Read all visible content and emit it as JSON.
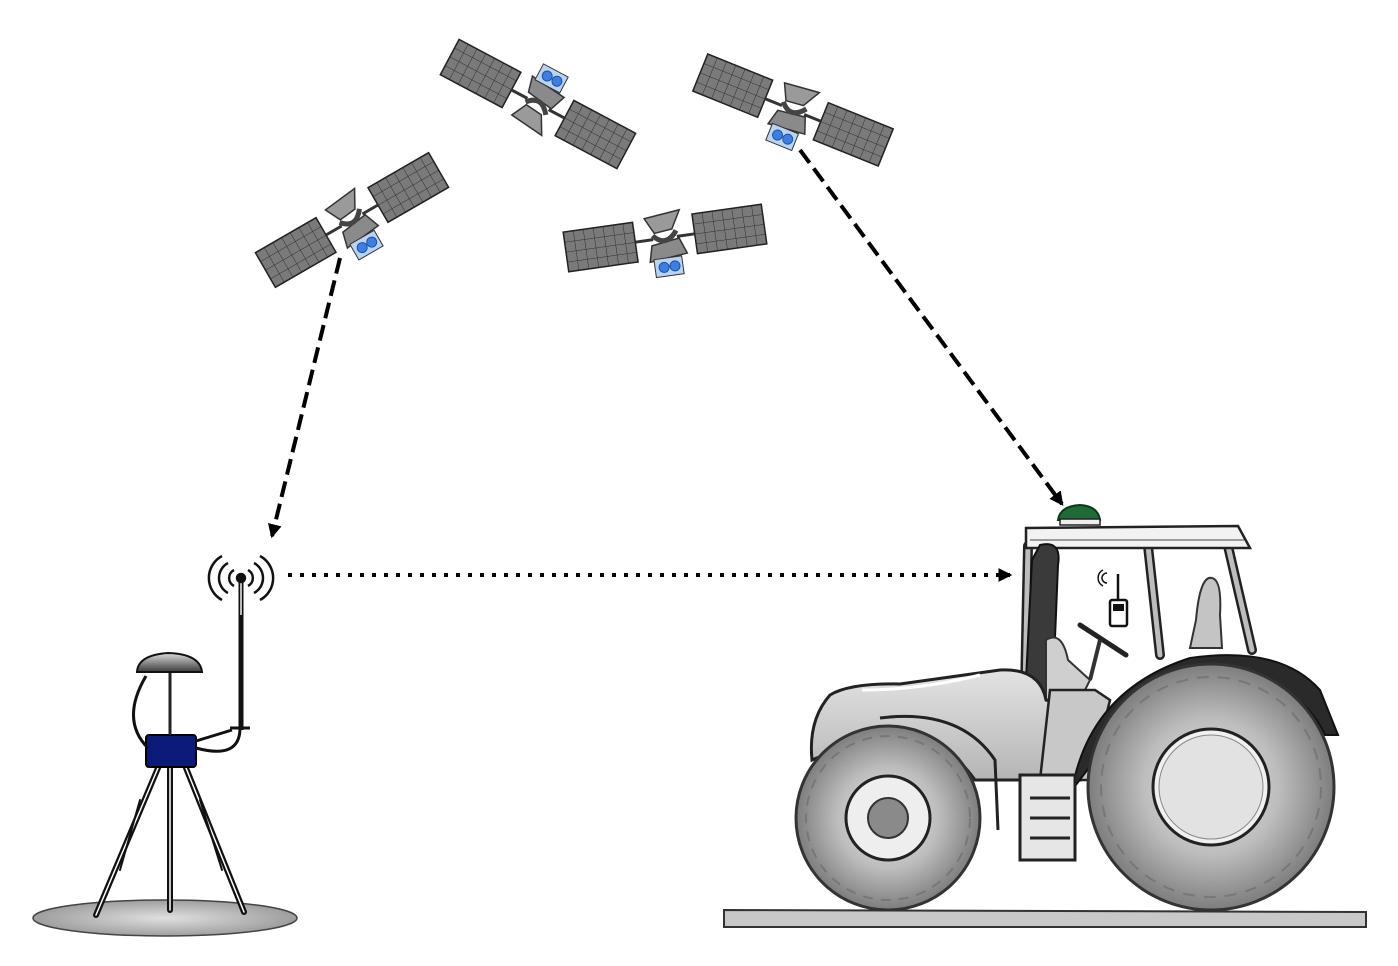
{
  "diagram": {
    "satellites": [
      {
        "name": "satellite-left"
      },
      {
        "name": "satellite-top-middle"
      },
      {
        "name": "satellite-center"
      },
      {
        "name": "satellite-right"
      }
    ],
    "links": [
      {
        "from": "satellite-left",
        "to": "base-station-antenna",
        "style": "dashed"
      },
      {
        "from": "satellite-right",
        "to": "tractor-gnss-receiver",
        "style": "dashed"
      },
      {
        "from": "base-station-radio",
        "to": "tractor-cab-radio",
        "style": "dotted"
      }
    ],
    "colors": {
      "panel": "#7a7a7a",
      "panel_grid": "#3a3a3a",
      "sat_box": "#b9d4f2",
      "sat_lens": "#3d7ee6",
      "base_box": "#0c1a7a",
      "receiver_green": "#1f6b35",
      "tractor_body": "#cfcfcf",
      "tire": "#9d9d9d",
      "ground": "#c8c8c8"
    },
    "icons": [
      "satellite-icon",
      "gnss-antenna-icon",
      "radio-waves-icon",
      "tractor-icon",
      "tripod-icon"
    ]
  }
}
